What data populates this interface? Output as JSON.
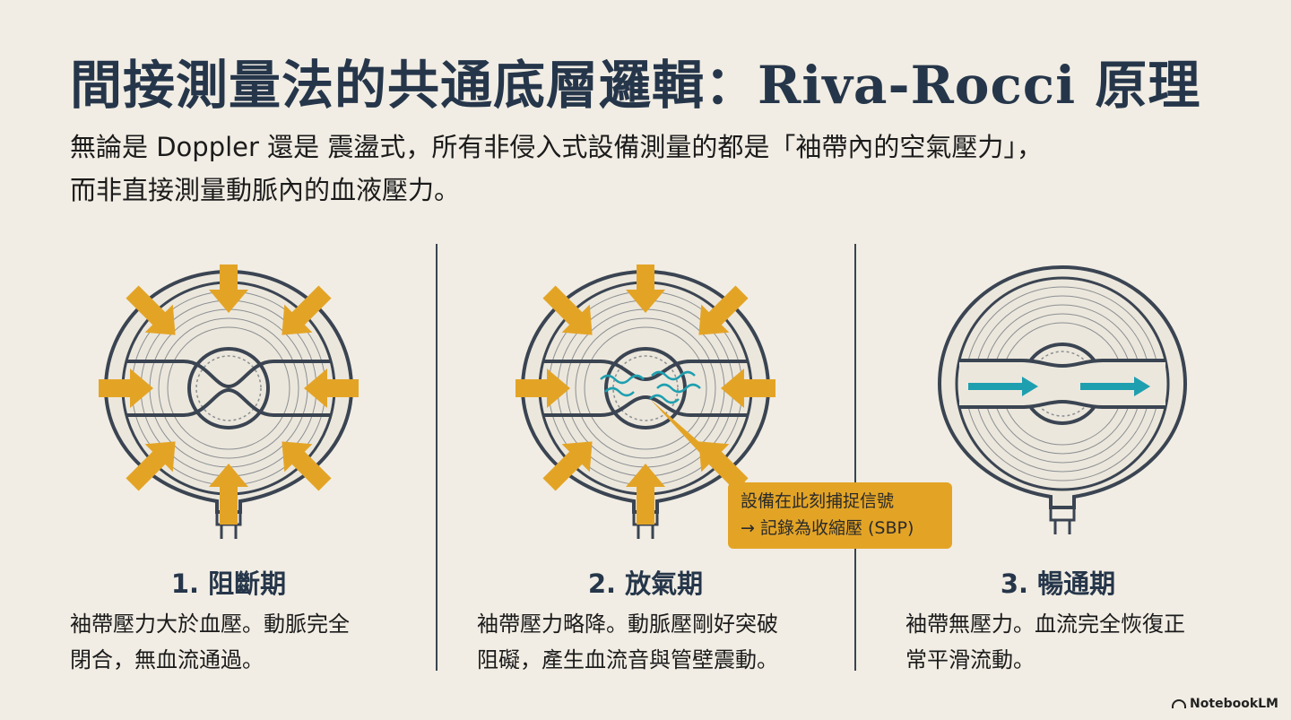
{
  "title": "間接測量法的共通底層邏輯：Riva-Rocci 原理",
  "subtitle": {
    "line1": "無論是 Doppler 還是 震盪式，所有非侵入式設備測量的都是「袖帶內的空氣壓力」，",
    "line2": "而非直接測量動脈內的血液壓力。"
  },
  "panels": [
    {
      "title": "1. 阻斷期",
      "desc_line1": "袖帶壓力大於血壓。動脈完全",
      "desc_line2": "閉合，無血流通過。",
      "state": "occluded"
    },
    {
      "title": "2. 放氣期",
      "desc_line1": "袖帶壓力略降。動脈壓剛好突破",
      "desc_line2": "阻礙，產生血流音與管壁震動。",
      "state": "turbulent"
    },
    {
      "title": "3. 暢通期",
      "desc_line1": "袖帶無壓力。血流完全恢復正",
      "desc_line2": "常平滑流動。",
      "state": "open"
    }
  ],
  "callout": {
    "line1": "設備在此刻捕捉信號",
    "line2": "→ 記錄為收縮壓 (SBP)"
  },
  "brand": "NotebookLM",
  "colors": {
    "background": "#f1ede4",
    "outline": "#3a4452",
    "pressure_arrow": "#e3a426",
    "flow_arrow": "#1e9fb0",
    "title": "#26364a"
  }
}
